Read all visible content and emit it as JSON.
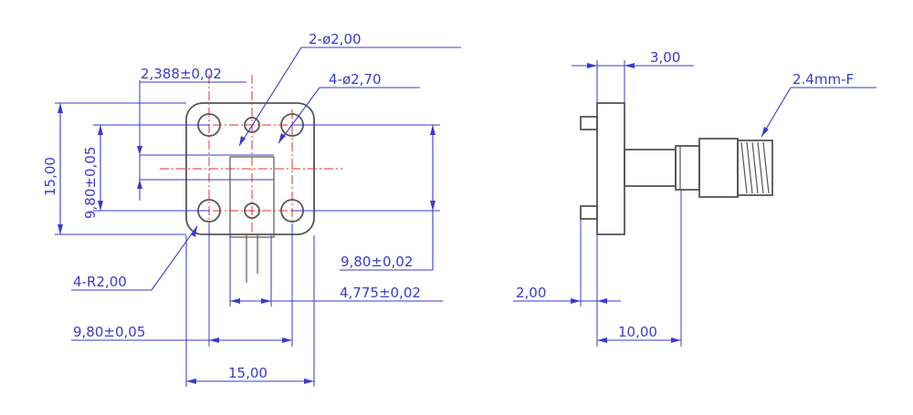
{
  "front_view": {
    "hole_small": "2-ø2,00",
    "hole_large": "4-ø2,70",
    "offset": "2,388±0,02",
    "height_overall": "15,00",
    "height_pitch": "9,80±0,05",
    "vertical_pitch_right": "9,80±0,02",
    "corner_radius": "4-R2,00",
    "pin_offset": "4,775±0,02",
    "width_pitch": "9,80±0,05",
    "width_overall": "15,00"
  },
  "side_view": {
    "flange_thickness": "3,00",
    "connector": "2.4mm-F",
    "pin_length": "2,00",
    "body_length": "10,00"
  }
}
